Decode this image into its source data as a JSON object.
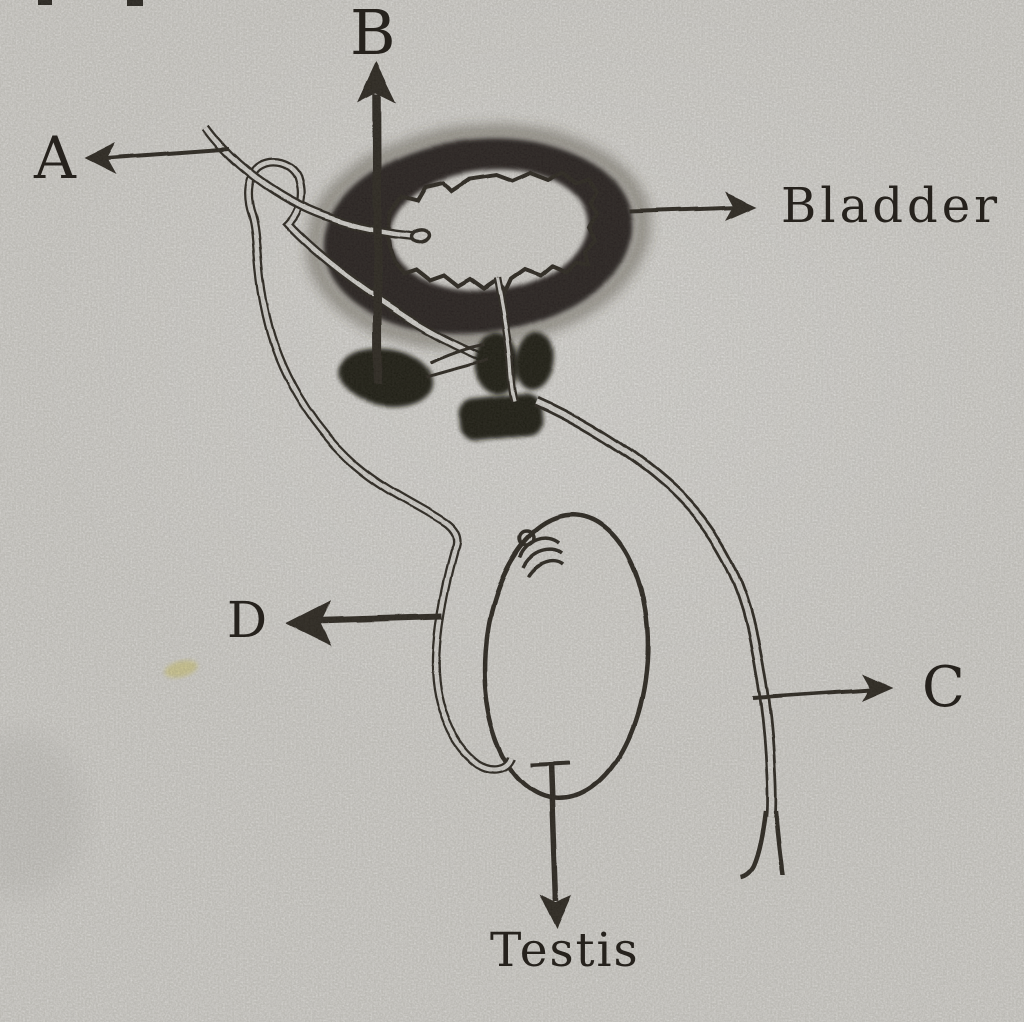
{
  "figure": {
    "labels": {
      "a": "A",
      "b": "B",
      "c": "C",
      "d": "D",
      "bladder": "Bladder",
      "testis": "Testis"
    },
    "colors": {
      "paper": "#e3e2df",
      "ink": "#26221e",
      "gland_fill": "#171411",
      "stain_yellow": "#ddd37f"
    }
  }
}
